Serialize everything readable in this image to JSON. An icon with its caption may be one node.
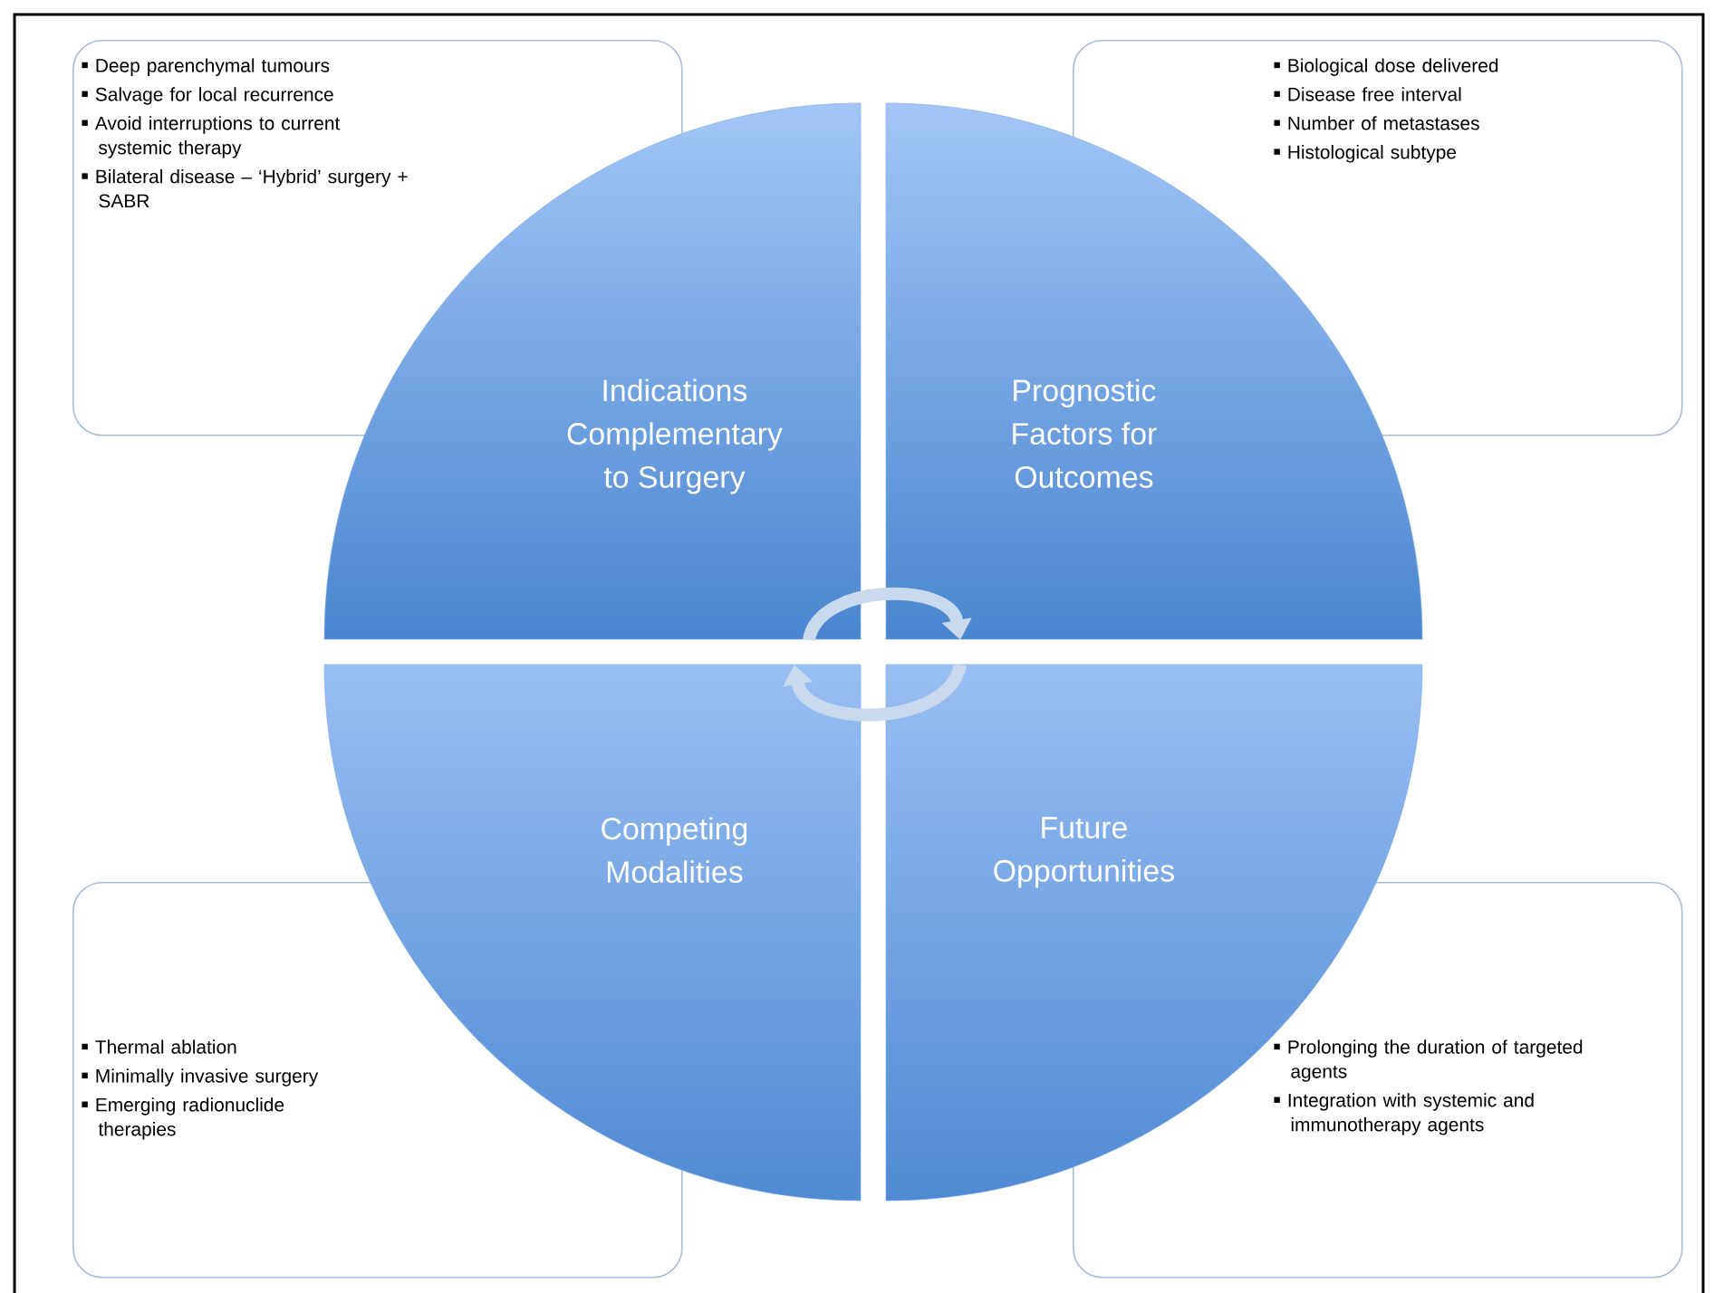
{
  "diagram": {
    "nodes": [
      {
        "text": [
          "Deep parenchymal tumours",
          "Salvage for local recurrence",
          "Avoid interruptions to current systemic therapy",
          "Bilateral disease – ‘Hybrid’ surgery + SABR"
        ]
      },
      {
        "text": [
          "Biological dose delivered",
          "Disease free interval",
          "Number of metastases",
          "Histological subtype"
        ]
      },
      {
        "text": [
          "Thermal ablation",
          "Minimally invasive surgery",
          "Emerging radionuclide therapies"
        ]
      },
      {
        "text": [
          "Prolonging the duration of targeted agents",
          "Integration with systemic and immunotherapy agents"
        ]
      },
      {
        "text": [
          "Indications Complementary to Surgery"
        ]
      },
      {
        "text": [
          "Prognostic Factors for Outcomes"
        ]
      },
      {
        "text": [
          "Competing Modalities"
        ]
      },
      {
        "text": [
          "Future Opportunities"
        ]
      }
    ],
    "edges": [
      {
        "from": 4,
        "to": 5,
        "arrow": "to"
      },
      {
        "from": 7,
        "to": 6,
        "arrow": "to"
      }
    ]
  }
}
